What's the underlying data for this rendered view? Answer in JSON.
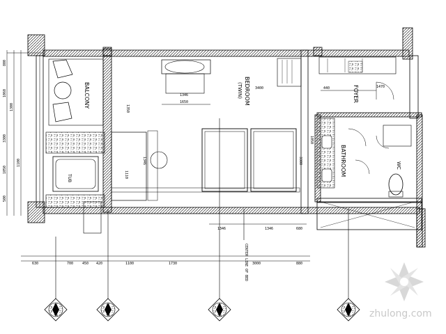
{
  "plan": {
    "rooms": {
      "balcony": "BALCONY",
      "bedroom": "BEDROOM",
      "bedroom_sub": "(TWIN)",
      "foyer": "FOYER",
      "bathroom": "BATHROOM",
      "wc": "WC",
      "tub": "TUB"
    },
    "dims_top": [
      "1346",
      "1650",
      "3400",
      "440",
      "1470"
    ],
    "dims_bottom": [
      "630",
      "700",
      "450",
      "420",
      "1100",
      "1730",
      "1346",
      "3000",
      "1346",
      "680",
      "880"
    ],
    "dims_left": [
      "800",
      "1060",
      "3300",
      "1050",
      "500",
      "1300",
      "1100"
    ],
    "dims_mid": [
      "1350",
      "1346",
      "3300",
      "1050",
      "1110"
    ],
    "note_vertical": "CENTER LINE OF BED"
  },
  "watermark": {
    "text": "zhulong.com"
  }
}
